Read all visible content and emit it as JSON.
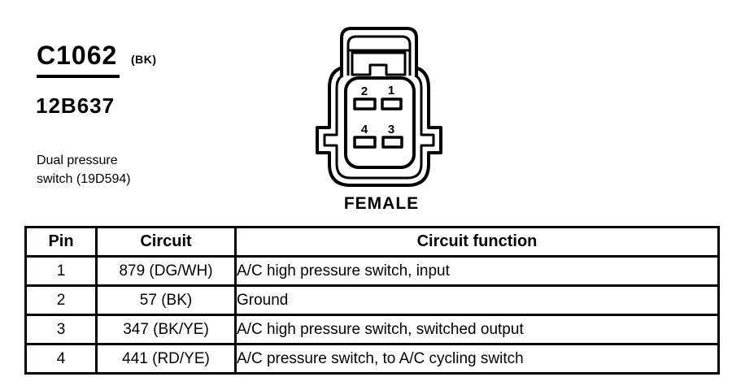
{
  "page": {
    "connector_id": "C1062",
    "connector_color_code": "(BK)",
    "part_number": "12B637",
    "description_line1": "Dual pressure",
    "description_line2": "switch (19D594)",
    "connector_gender": "FEMALE"
  },
  "connector": {
    "pin_labels": [
      "2",
      "1",
      "4",
      "3"
    ]
  },
  "table": {
    "headers": [
      "Pin",
      "Circuit",
      "Circuit function"
    ],
    "rows": [
      {
        "pin": "1",
        "circuit": "879 (DG/WH)",
        "function": "A/C high pressure switch, input"
      },
      {
        "pin": "2",
        "circuit": "57 (BK)",
        "function": "Ground"
      },
      {
        "pin": "3",
        "circuit": "347 (BK/YE)",
        "function": "A/C high pressure switch, switched output"
      },
      {
        "pin": "4",
        "circuit": "441 (RD/YE)",
        "function": "A/C pressure switch, to A/C cycling switch"
      }
    ]
  },
  "colors": {
    "ink": "#000000",
    "paper": "#ffffff"
  }
}
